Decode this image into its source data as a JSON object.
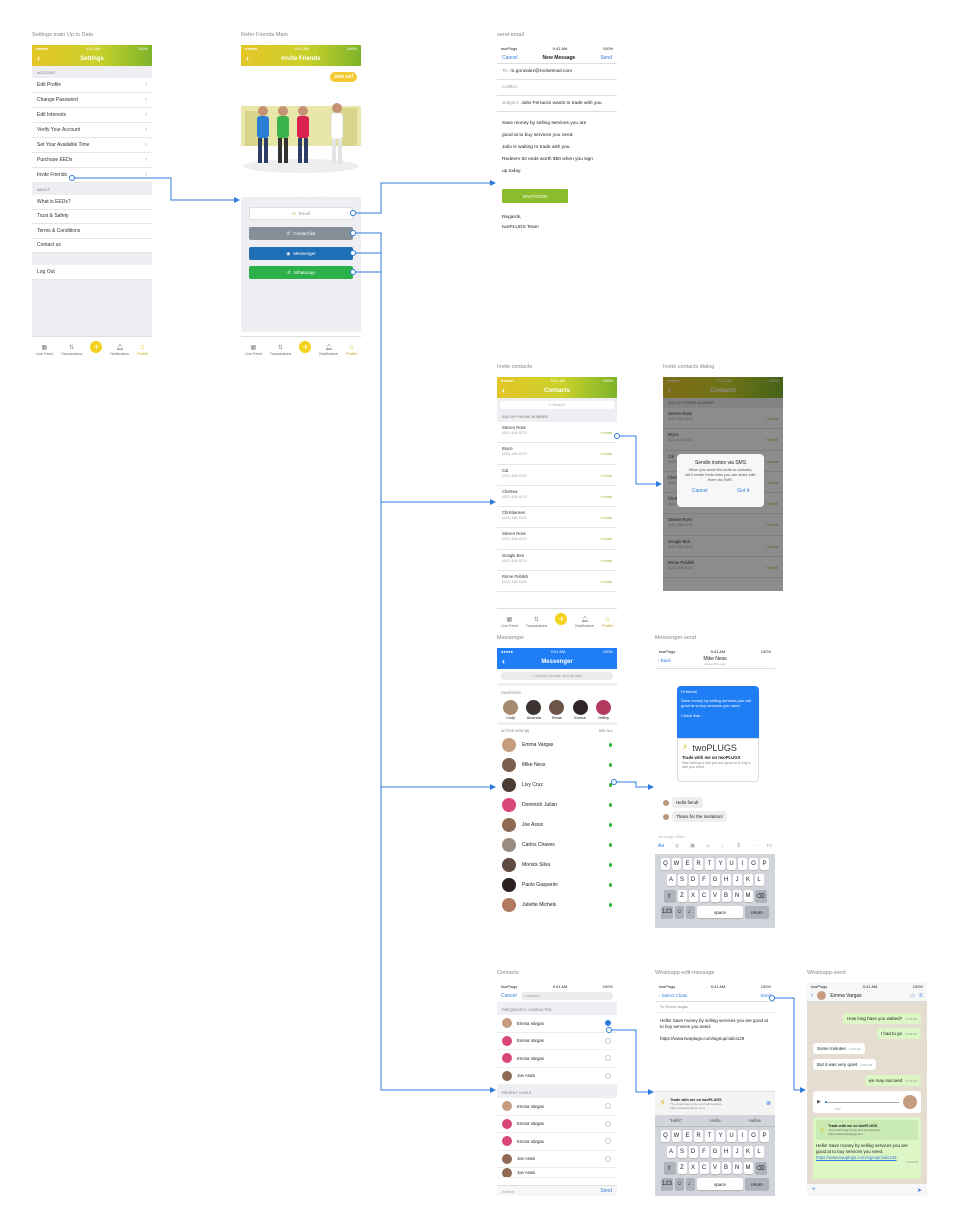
{
  "labels": {
    "settings": "Settings main Up to Date",
    "refer": "Refer Friends Main",
    "send_email": "send-email",
    "invite_contacts": "Invite contacts",
    "invite_dialog": "Invite contacts dialog",
    "messenger": "Messenger",
    "messenger_send": "Messenger-send",
    "contacts": "Contacts",
    "whatsapp_edit": "Whatsapp-edit-message",
    "whatsapp_send": "Whatsapp-send"
  },
  "status": {
    "time": "9:41 AM",
    "battery": "100%",
    "carrier": "twoPlugs"
  },
  "settings": {
    "title": "Settings",
    "account": "ACCOUNT",
    "about": "ABOUT",
    "account_items": [
      "Edit Profile",
      "Change Password",
      "Edit Interests",
      "Verify Your Account",
      "Set Your Available Time",
      "Purchase EEDs",
      "Invite Friends"
    ],
    "about_items": [
      "What is EEDs?",
      "Trust & Safety",
      "Terms & Conditions",
      "Contact us"
    ],
    "logout": "Log Out"
  },
  "tabbar": {
    "items": [
      "Live Feed",
      "Transactions",
      "Notification",
      "Profile"
    ]
  },
  "refer": {
    "title": "Invite Friends",
    "bubble": "Join us!",
    "earn": "Earn up to 5 eeds worth $5 for everyone you invite",
    "start": "start trading with your friends pro family",
    "email": "Email",
    "contact_list": "Contact list",
    "messenger": "Messenger",
    "whatsapp": "WhatsApp"
  },
  "email": {
    "cancel": "Cancel",
    "title": "New Message",
    "send": "Send",
    "to_label": "To:",
    "to": "m.gonzalez@rocketmail.com",
    "cc": "Cc/Bcc:",
    "subject_label": "Subject:",
    "subject": "Julio Ferracini wants to trade with you",
    "body": [
      "Save money by selling services you are",
      "good at to buy services you need.",
      "Julio is waiting to trade with you.",
      "Redeem 50 eeds worth $50 when you sign",
      "up today."
    ],
    "button": "INVITATION",
    "regards": "Regards,",
    "team": "twoPLUGS Team"
  },
  "invite": {
    "title": "Contacts",
    "search": "Search",
    "section": "ADD BY PHONE NUMBER",
    "invite": "+ Invite",
    "contacts": [
      {
        "name": "Steven Ross",
        "phone": "(832) 458-8229"
      },
      {
        "name": "Bryce",
        "phone": "(832) 458-8229"
      },
      {
        "name": "Cal",
        "phone": "(832) 458-8229"
      },
      {
        "name": "Chelsea",
        "phone": "(832) 458-8229"
      },
      {
        "name": "Christiansen",
        "phone": "(832) 458-8229"
      },
      {
        "name": "Steven Ross",
        "phone": "(832) 458-8229"
      },
      {
        "name": "Google Ben",
        "phone": "(832) 458-8229"
      },
      {
        "name": "Rome Publish",
        "phone": "(832) 458-8229"
      }
    ]
  },
  "dialog": {
    "title": "Sendin invites via SMS",
    "text": "When you send this invite to contacts, we'll create invite links you can share with them via SMS.",
    "cancel": "Cancel",
    "ok": "Got it"
  },
  "messenger": {
    "title": "Messenger",
    "search": "Search people and groups",
    "favorites": "FAVORITES",
    "favs": [
      "Cody",
      "Amanda",
      "Ethan",
      "Eunice",
      "Jeffery"
    ],
    "active": "ACTIVE NOW (8)",
    "see_all": "SEE ALL",
    "people": [
      "Emma Vargas",
      "Mike Ness",
      "Livy Cruz",
      "Dominick Julian",
      "Joe Assis",
      "Carlos Chaves",
      "Monick Silva",
      "Paolo Gasparini",
      "Juliette Michels"
    ]
  },
  "msend": {
    "back": "Back",
    "name": "Mike Ness",
    "active": "Active 15m ago",
    "hi": "Hi friend!",
    "save": "Save money by selling services you are good at to buy services you need.",
    "check": "Check this...",
    "brand": "twoPLUGS",
    "card_title": "Trade with me on twoPLUGS",
    "card_text": "Start selling a skill you are good at to buy a skill you need.",
    "r1": "Hello fiend!",
    "r2": "Thans for the invitation!",
    "placeholder": "Message Mike",
    "keys1": [
      "Q",
      "W",
      "E",
      "R",
      "T",
      "Y",
      "U",
      "I",
      "O",
      "P"
    ],
    "keys2": [
      "A",
      "S",
      "D",
      "F",
      "G",
      "H",
      "J",
      "K",
      "L"
    ],
    "keys3": [
      "Z",
      "X",
      "C",
      "V",
      "B",
      "N",
      "M"
    ],
    "k123": "123",
    "space": "space",
    "return": "return"
  },
  "wcontacts": {
    "cancel": "Cancel",
    "search": "Search",
    "frequent": "FREQUENTLY CONTACTED",
    "recent": "RECENT CHATS",
    "freq": [
      "Emma Vargas",
      "Emma Vargas",
      "Emma Vargas",
      "Joe Assis"
    ],
    "rec": [
      "Emma Vargas",
      "Emma Vargas",
      "Emma Vargas",
      "Joe Assis",
      "Joe Assis"
    ],
    "footer": "Emma",
    "send": "Send"
  },
  "wedit": {
    "back": "Select Chats",
    "send": "Send",
    "to": "To: Emma Vargas",
    "msg": "Hello! Save money by selling services you are good at to buy services you need.",
    "link": "https://www.twoplugs.com/signup/Julio129",
    "card_title": "Trade with me on twoPLUGS",
    "card_text": "The smart way to buy and sell services",
    "card_url": "https://www.twoplugs.com",
    "sugg": [
      "\"Hells\"",
      "Hello",
      "Hellas"
    ]
  },
  "wsend": {
    "name": "Emma Vargas",
    "m1": "How long have you waited?",
    "m2": "I had to go",
    "m3": "Some minutes",
    "m4": "But it was very quiet",
    "m5": "we may succeed",
    "t1": "10:09 AM",
    "t2": "10:09 AM",
    "t3": "10:09 AM",
    "t4": "10:09 AM",
    "t5": "10:09 AM",
    "dur": "0:02",
    "card_title": "Trade with me on twoPLUGS",
    "card_text": "The smart way to buy and sell services",
    "card_url": "https://www.twoplugs.com",
    "msg": "Hello! Save money by selling services you are good at to buy services you need.",
    "link": "https://www.twoplugs.com/signup/Julio129"
  }
}
